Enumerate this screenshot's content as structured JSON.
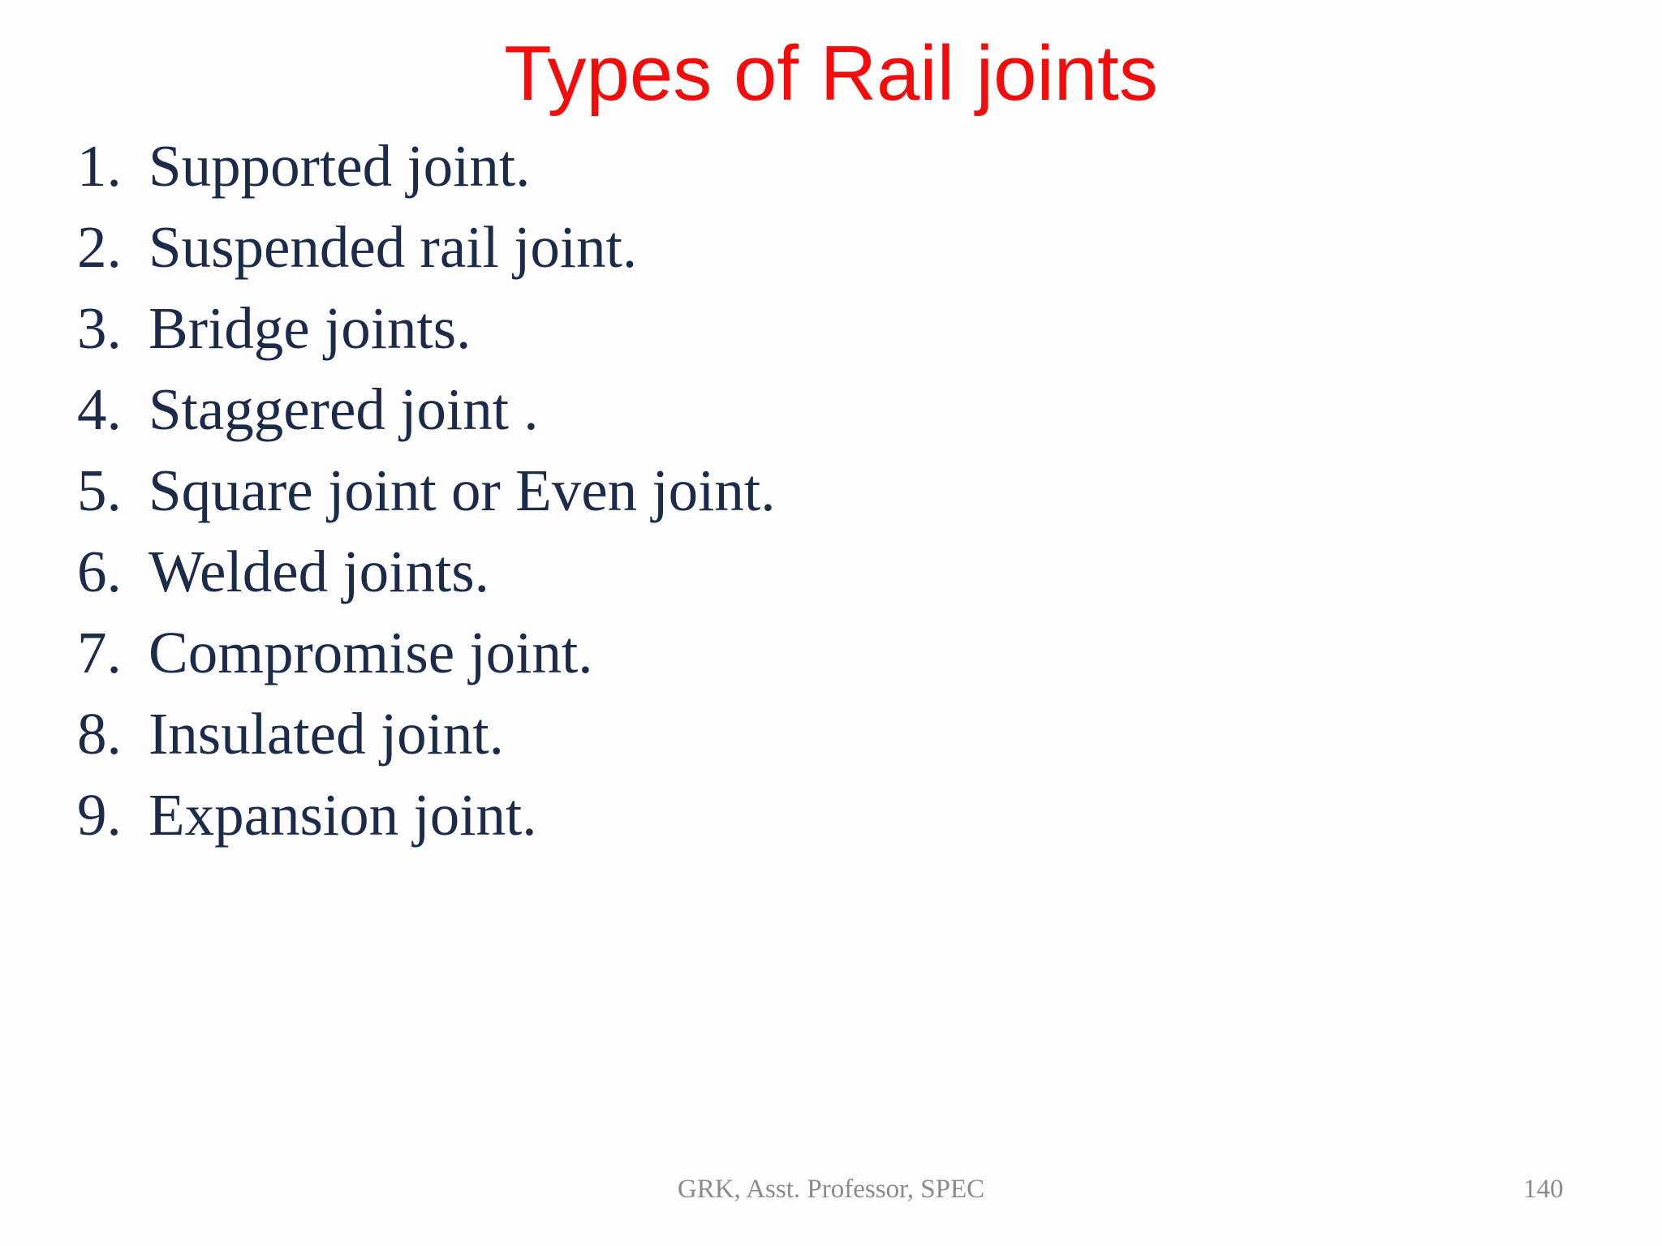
{
  "title": "Types of Rail joints",
  "items": [
    {
      "number": "1.",
      "label": "Supported joint."
    },
    {
      "number": "2.",
      "label": "Suspended rail joint."
    },
    {
      "number": "3.",
      "label": "Bridge joints."
    },
    {
      "number": "4.",
      "label": "Staggered joint ."
    },
    {
      "number": "5.",
      "label": "Square joint or Even joint."
    },
    {
      "number": "6.",
      "label": "Welded joints."
    },
    {
      "number": "7.",
      "label": "Compromise joint."
    },
    {
      "number": "8.",
      "label": "Insulated joint."
    },
    {
      "number": "9.",
      "label": "Expansion joint."
    }
  ],
  "footer": {
    "credit": "GRK, Asst. Professor, SPEC",
    "page_number": "140"
  },
  "colors": {
    "title_red": "#f20d0d",
    "body_navy": "#1d2b4a",
    "footer_gray": "#8b8b8d",
    "background": "#fdfdfe"
  }
}
